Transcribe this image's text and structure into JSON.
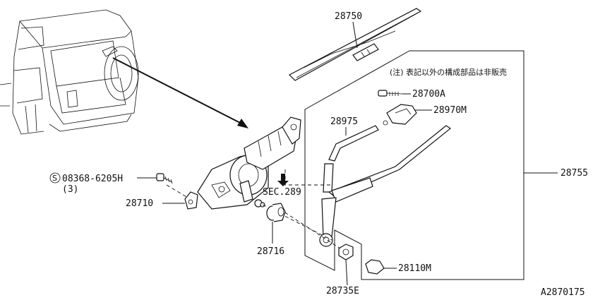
{
  "parts": {
    "blade": "28750",
    "note": "(注) 表記以外の構成部品は非販売",
    "bolt_a": "28700A",
    "arm_cover": "28970M",
    "blade_refill": "28975",
    "arm_assembly": "28755",
    "screw": "08368-6205H",
    "screw_qty": "(3)",
    "screw_symbol": "S",
    "bracket": "28710",
    "section_ref": "SEC.289",
    "bushing": "28716",
    "cap": "28110M",
    "nut": "28735E"
  },
  "diagram_id": "A2870175"
}
